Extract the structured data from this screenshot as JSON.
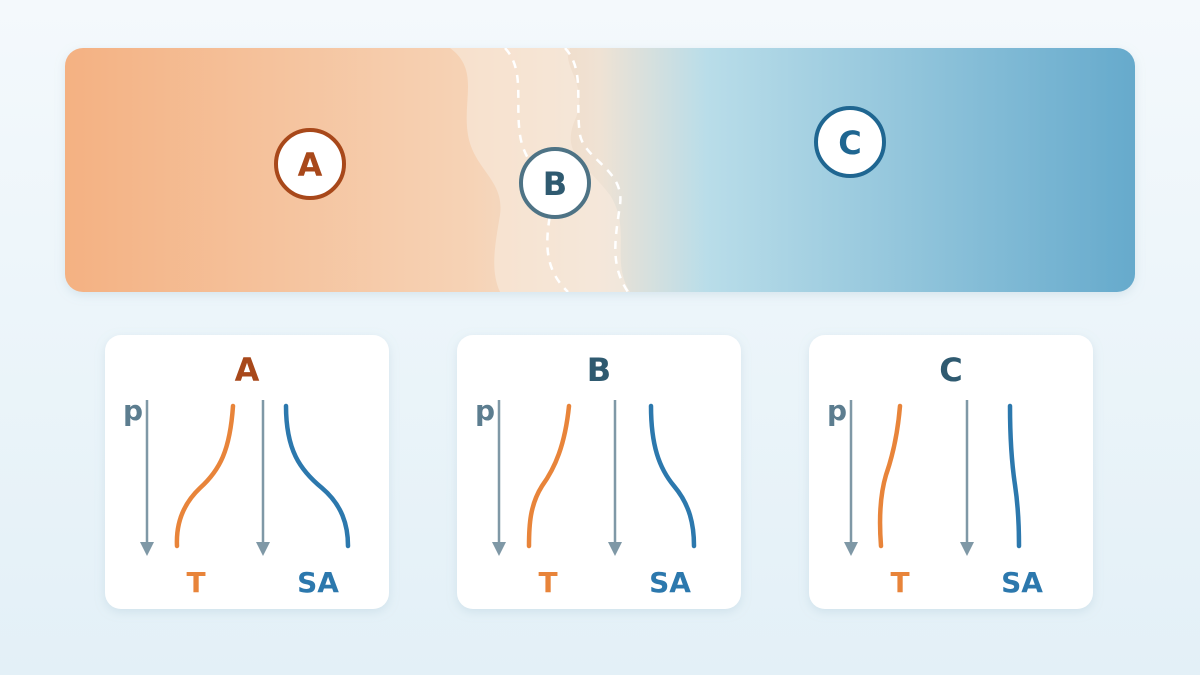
{
  "map": {
    "zones": [
      {
        "id": "A",
        "label": "A",
        "color": "#a8481a"
      },
      {
        "id": "B",
        "label": "B",
        "color": "#4e7385"
      },
      {
        "id": "C",
        "label": "C",
        "color": "#1f6691"
      }
    ]
  },
  "profiles": [
    {
      "title": "A",
      "title_color": "#a8481a",
      "axis_label": "p",
      "t_label": "T",
      "sa_label": "SA"
    },
    {
      "title": "B",
      "title_color": "#2f5a70",
      "axis_label": "p",
      "t_label": "T",
      "sa_label": "SA"
    },
    {
      "title": "C",
      "title_color": "#2f5a70",
      "axis_label": "p",
      "t_label": "T",
      "sa_label": "SA"
    }
  ],
  "colors": {
    "temperature": "#e8843a",
    "salinity": "#2c78ad",
    "axis": "#7f98a6",
    "warm": "#f4b182",
    "cold": "#66aacc"
  }
}
